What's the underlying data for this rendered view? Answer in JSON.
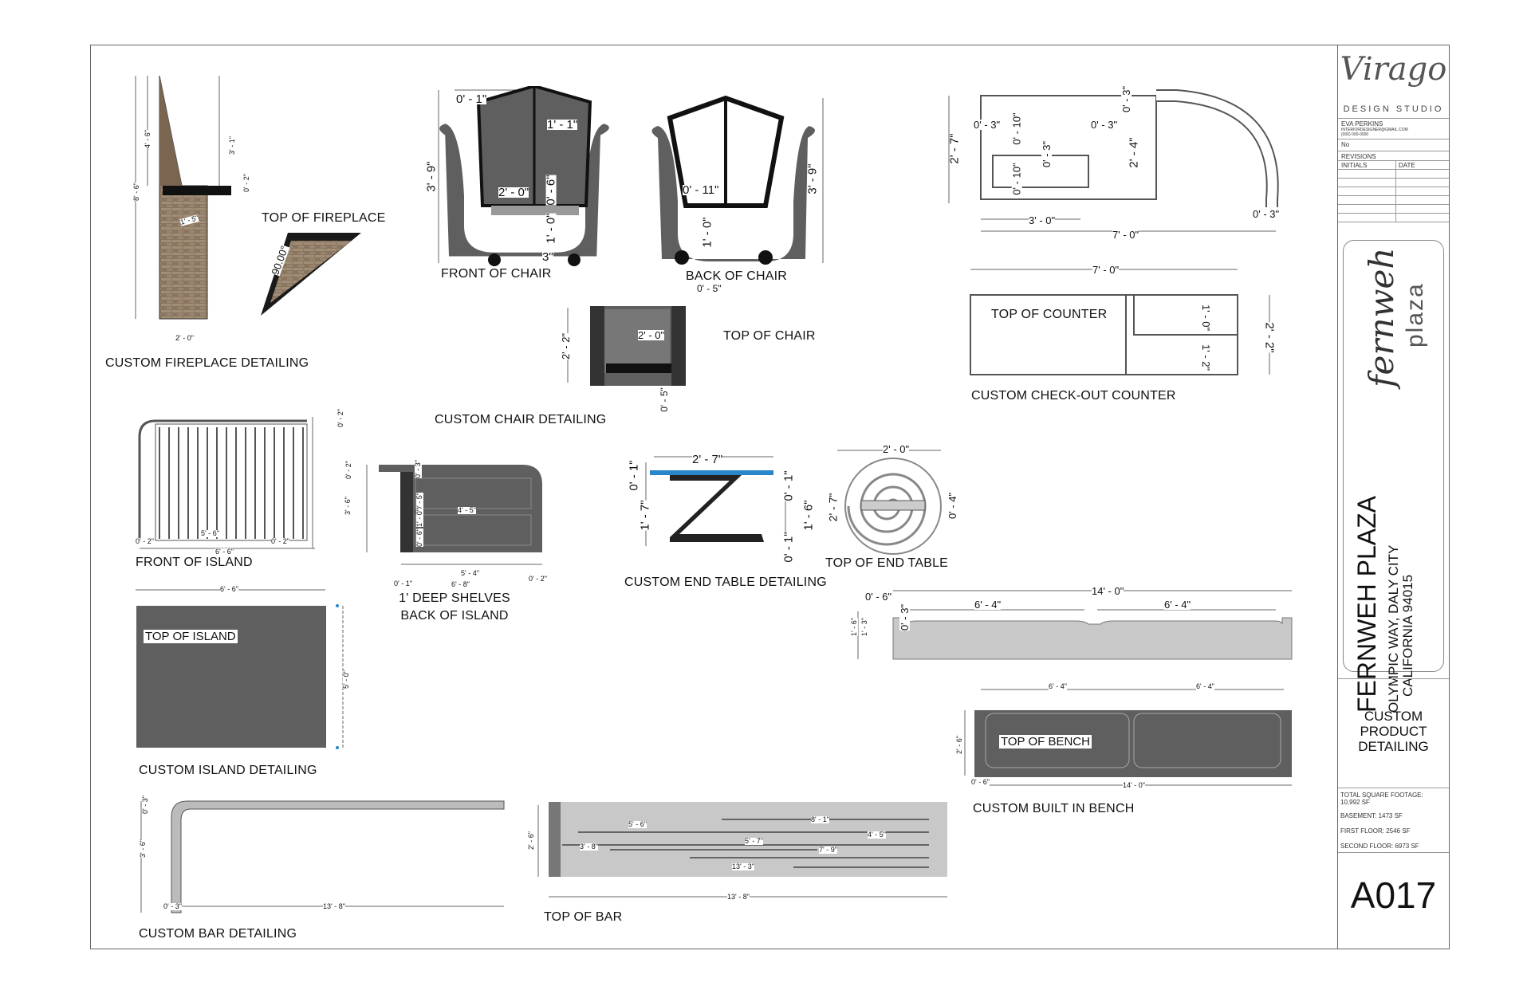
{
  "titleblock": {
    "studio_logo": "Virago",
    "studio_name": "DESIGN STUDIO",
    "designer": "EVA PERKINS",
    "designer_email": "INTERIORDESIGNER@GMAIL.COM",
    "designer_phone": "(000) 000-0000",
    "no_label": "No",
    "revisions_label": "REVISIONS",
    "initials_label": "INITIALS",
    "date_label": "DATE",
    "project_logo_line1": "fernweh",
    "project_logo_line2": "plaza",
    "project_name": "FERNWEH PLAZA",
    "address_line1": "OLYMPIC WAY, DALY CITY",
    "address_line2": "CALIFORNIA  94015",
    "sheet_title": "CUSTOM PRODUCT DETAILING",
    "sqft_label": "TOTAL SQUARE FOOTAGE:",
    "sqft_value": "10,992 SF",
    "basement": "BASEMENT: 1473 SF",
    "first_floor": "FIRST FLOOR: 2546 SF",
    "second_floor": "SECOND FLOOR: 6973 SF",
    "sheet_number": "A017"
  },
  "labels": {
    "top_of_fireplace": "TOP OF FIREPLACE",
    "fireplace": "CUSTOM FIREPLACE DETAILING",
    "front_of_chair": "FRONT OF CHAIR",
    "back_of_chair": "BACK OF CHAIR",
    "top_of_chair": "TOP OF CHAIR",
    "chair": "CUSTOM CHAIR DETAILING",
    "counter": "CUSTOM CHECK-OUT COUNTER",
    "top_of_counter": "TOP OF COUNTER",
    "front_of_island": "FRONT OF ISLAND",
    "back_of_island": "1' DEEP SHELVES BACK OF ISLAND",
    "end_table": "CUSTOM END TABLE DETAILING",
    "top_of_end_table": "TOP OF END TABLE",
    "top_of_island": "TOP OF ISLAND",
    "island": "CUSTOM ISLAND DETAILING",
    "top_of_bench": "TOP OF BENCH",
    "bench": "CUSTOM BUILT IN BENCH",
    "bar": "CUSTOM BAR DETAILING",
    "top_of_bar": "TOP OF BAR"
  },
  "dims": {
    "fp_h": "8' - 6\"",
    "fp_top": "4' - 6\"",
    "fp_side": "3' - 1\"",
    "fp_mantel": "0' - 2\"",
    "fp_depth": "1' - 5\"",
    "fp_w": "2' - 0\"",
    "fp_angle": "90.00°",
    "ch_top": "0' - 1\"",
    "ch_back": "1' - 1\"",
    "ch_seat": "2' - 0\"",
    "ch_seat_h": "0' - 6\"",
    "ch_leg": "1' - 0\"",
    "ch_wheel": "3\"",
    "ch_h": "3' - 9\"",
    "chb_w": "0' - 11\"",
    "chb_leg": "1' - 0\"",
    "chb_h": "3' - 9\"",
    "cht_w": "0' - 5\"",
    "cht_d": "2' - 0\"",
    "cht_h": "2' - 2\"",
    "cht_b": "0' - 5\"",
    "co_r": "0' - 3\"",
    "co_l1": "0' - 3\"",
    "co_l2": "0' - 3\"",
    "co_t": "0' - 10\"",
    "co_m": "0' - 3\"",
    "co_b": "0' - 10\"",
    "co_h": "2' - 7\"",
    "co_i": "2' - 4\"",
    "co_w3": "3' - 0\"",
    "co_w7": "7' - 0\"",
    "co_br": "0' - 3\"",
    "ct_w": "7' - 0\"",
    "ct_a": "1' - 0\"",
    "ct_b": "1' - 2\"",
    "ct_h": "2' - 2\"",
    "is_top": "0' - 2\"",
    "is_w": "5' - 6\"",
    "is_l": "0' - 2\"",
    "is_r": "0' - 2\"",
    "is_total": "6' - 6\"",
    "bi_a": "0' - 2\"",
    "bi_b": "3' - 6\"",
    "bi_c": "0' - 3\"",
    "bi_d": "0' - 5\"",
    "bi_e": "1' - 0\"",
    "bi_f": "0' - 6\"",
    "bi_g": "4' - 5\"",
    "bi_h": "0' - 1\"",
    "bi_w": "5' - 4\"",
    "bi_i": "6' - 8\"",
    "bi_j": "0' - 2\"",
    "et_w": "2' - 7\"",
    "et_top": "0' - 1\"",
    "et_h": "1' - 7\"",
    "et_r1": "0' - 1\"",
    "et_r2": "1' - 6\"",
    "et_r3": "0' - 1\"",
    "ett_w": "2' - 0\"",
    "ett_h": "2' - 7\"",
    "ett_r": "0' - 4\"",
    "itop_w": "6' - 6\"",
    "itop_h": "5' - 0\"",
    "bs_w": "14' - 0\"",
    "bs_l": "0' - 6\"",
    "bs_a": "6' - 4\"",
    "bs_b": "6' - 4\"",
    "bs_c": "0' - 3\"",
    "bs_h1": "1' - 6\"",
    "bs_h2": "1' - 3\"",
    "bt_a": "6' - 4\"",
    "bt_b": "6' - 4\"",
    "bt_h": "2' - 6\"",
    "bt_l": "0' - 6\"",
    "bt_w": "14' - 0\"",
    "bar_a": "0' - 3\"",
    "bar_h": "3' - 6\"",
    "bar_w": "13' - 8\"",
    "bar_l": "0' - 3\"",
    "tb_h": "2' - 6\"",
    "tb_a": "5' - 6\"",
    "tb_b": "3' - 8\"",
    "tb_c": "8' - 1\"",
    "tb_d": "5' - 7\"",
    "tb_e": "4' - 5\"",
    "tb_f": "7' - 9\"",
    "tb_g": "13' - 3\"",
    "tb_w": "13' - 8\""
  },
  "colors": {
    "furniture_gray": "#5f5f5f",
    "light_gray": "#c8c8c8",
    "glass_blue": "#2a86c8",
    "brick": "#8a7560"
  }
}
